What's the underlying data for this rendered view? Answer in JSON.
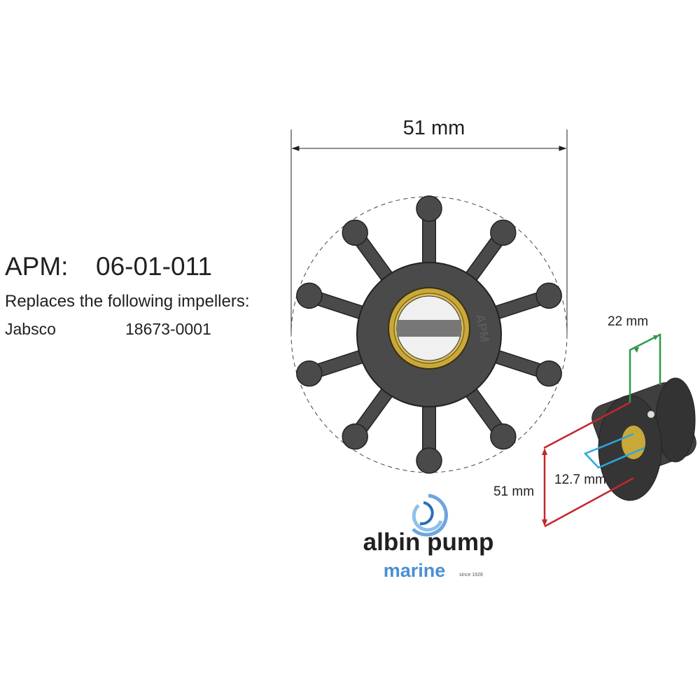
{
  "product": {
    "apm_label": "APM:",
    "apm_code": "06-01-011",
    "replaces_text": "Replaces the following impellers:",
    "cross_reference": [
      {
        "brand": "Jabsco",
        "part_number": "18673-0001"
      }
    ]
  },
  "dimensions": {
    "diameter": "51 mm",
    "width": "22 mm",
    "shaft": "12.7 mm",
    "diameter_side": "51 mm"
  },
  "impeller": {
    "vane_count": 10,
    "hub_mark": "APM"
  },
  "logo": {
    "line1": "albin pump",
    "line2": "marine",
    "since": "since 1928"
  },
  "colors": {
    "rubber": "#4a4a4a",
    "bushing": "#c9a83a",
    "red": "#c1272d",
    "green": "#2e9a48",
    "blue": "#29a8e0",
    "logo_blue": "#4a8fd4"
  }
}
